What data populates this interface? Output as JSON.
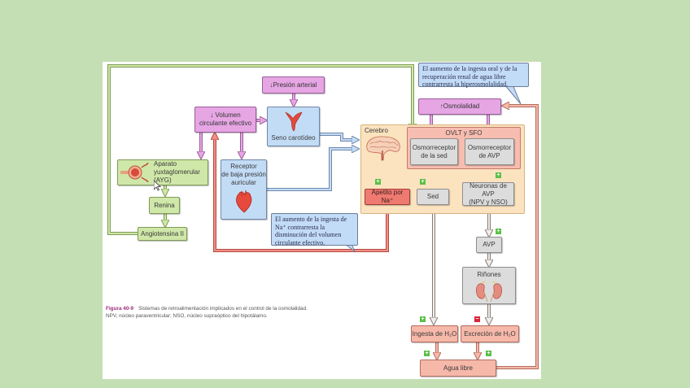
{
  "figure": {
    "label": "Figura 40-9",
    "caption_line1": "Sistemas de retroalimentación implicados en el control de la osmolalidad.",
    "caption_line2": "NPV, núcleo paraventricular; NSO, núcleo supraóptico del hipotálamo."
  },
  "nodes": {
    "presion_arterial": "↓Presión arterial",
    "volumen_line1": "↓ Volumen",
    "volumen_line2": "circulante efectivo",
    "seno_carotideo": "Seno carotídeo",
    "ayg_line1": "Aparato",
    "ayg_line2": "yuxtaglomerular",
    "ayg_line3": "(AYG)",
    "renina": "Renina",
    "angiotensina": "Angiotensina II",
    "receptor_line1": "Receptor",
    "receptor_line2": "de baja presión",
    "receptor_line3": "auricular",
    "cerebro": "Cerebro",
    "ovlt_sfo": "OVLT y SFO",
    "osm_sed_line1": "Osmorreceptor",
    "osm_sed_line2": "de la sed",
    "osm_avp_line1": "Osmorreceptor",
    "osm_avp_line2": "de AVP",
    "osmolalidad": "↑Osmolalidad",
    "apetito": "Apetito por Na⁺",
    "sed": "Sed",
    "neuronas_line1": "Neuronas de AVP",
    "neuronas_line2": "(NPV y NSO)",
    "avp": "AVP",
    "rinones": "Riñones",
    "ingesta": "Ingesta de H₂O",
    "excrecion": "Excreción de H₂O",
    "agua_libre": "Agua libre"
  },
  "callouts": {
    "top_right": "El aumento de la ingesta oral y de la recuperación renal de agua libre contrarresta la hiperosmolalidad.",
    "bottom_mid": "El aumento de la ingesta de Na⁺ contrarresta la disminución del volumen circulante efectivo."
  },
  "signs": {
    "plus": "+",
    "minus": "−"
  },
  "colors": {
    "background": "#c5dfb4",
    "pink_node": "#e6a6e4",
    "blue_node": "#c3dcf6",
    "green_node": "#cfe7a8",
    "red_node": "#ee7a72",
    "salmon_node": "#f6b8a9",
    "grey_node": "#dcdcdc",
    "figure_label": "#9b2b78"
  }
}
